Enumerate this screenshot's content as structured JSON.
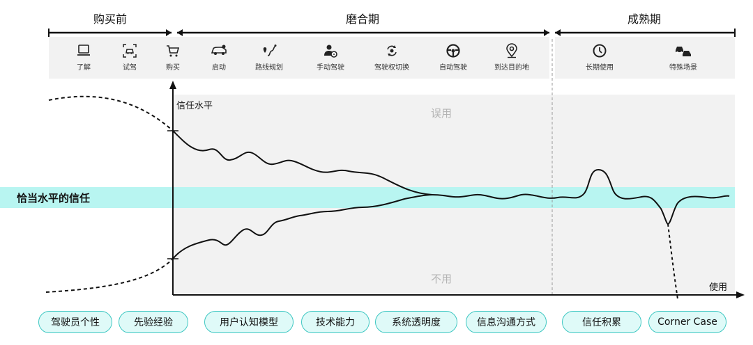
{
  "phases": [
    {
      "label": "购买前"
    },
    {
      "label": "磨合期"
    },
    {
      "label": "成熟期"
    }
  ],
  "steps": [
    {
      "label": "了解",
      "icon": "laptop-icon"
    },
    {
      "label": "试驾",
      "icon": "test-drive-icon"
    },
    {
      "label": "购买",
      "icon": "cart-icon"
    },
    {
      "label": "启动",
      "icon": "car-start-icon"
    },
    {
      "label": "路线规划",
      "icon": "route-icon"
    },
    {
      "label": "手动驾驶",
      "icon": "driver-icon"
    },
    {
      "label": "驾驶权切换",
      "icon": "switch-icon"
    },
    {
      "label": "自动驾驶",
      "icon": "steering-wheel-icon"
    },
    {
      "label": "到达目的地",
      "icon": "location-pin-icon"
    },
    {
      "label": "长期使用",
      "icon": "clock-icon"
    },
    {
      "label": "特殊场景",
      "icon": "car-crash-icon"
    }
  ],
  "axis": {
    "y_label": "信任水平",
    "x_label": "使用"
  },
  "zones": {
    "misuse": "误用",
    "disuse": "不用",
    "appropriate": "恰当水平的信任"
  },
  "factors": [
    {
      "label": "驾驶员个性"
    },
    {
      "label": "先验经验"
    },
    {
      "label": "用户认知模型"
    },
    {
      "label": "技术能力"
    },
    {
      "label": "系统透明度"
    },
    {
      "label": "信息沟通方式"
    },
    {
      "label": "信任积累"
    },
    {
      "label": "Corner Case"
    }
  ],
  "colors": {
    "band": "#b8f5f1",
    "pill_border": "#3ec7c2",
    "pill_fill": "#dffaf8",
    "zone_gray": "#f2f2f2"
  }
}
